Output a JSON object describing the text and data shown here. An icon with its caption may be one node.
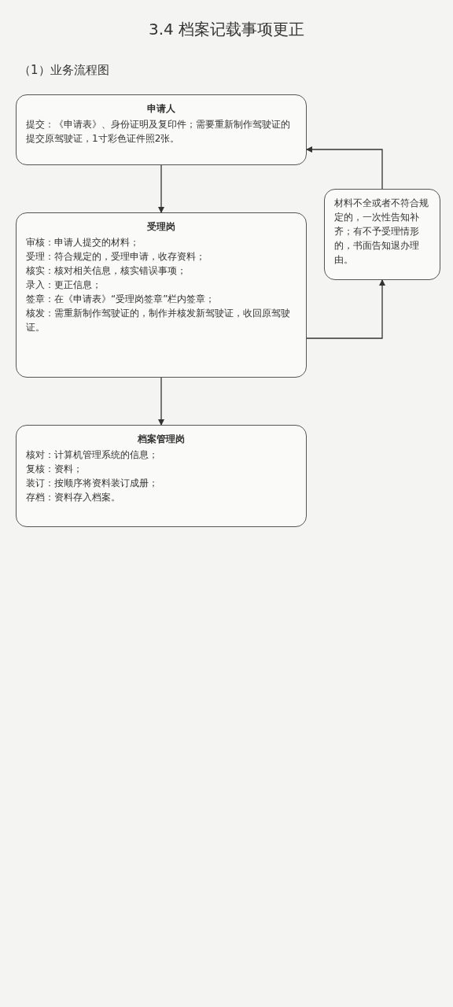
{
  "diagram": {
    "title": "3.4 档案记载事项更正",
    "nodes": [
      {
        "text": [
          "申请人",
          "提交：《申请表》、身份证明及复印件；需要重新制作驾驶证的提交原驾驶证，1寸彩色证件照2张。"
        ]
      },
      {
        "text": [
          "受理岗",
          "审核：申请人提交的材料；",
          "受理：符合规定的，受理申请，收存资料；",
          "核实：核对相关信息，核实错误事项；",
          "录入：更正信息；",
          "签章：在《申请表》“受理岗签章”栏内签章；",
          "核发：需重新制作驾驶证的，制作并核发新驾驶证，收回原驾驶证。"
        ]
      },
      {
        "text": [
          "档案管理岗",
          "核对：计算机管理系统的信息；",
          "复核：资料；",
          "装订：按顺序将资料装订成册；",
          "存档：资料存入档案。"
        ]
      },
      {
        "text": [
          "材料不全或者不符合规定的，一次性告知补齐；有不予受理情形的，书面告知退办理由。"
        ]
      }
    ],
    "edges": [
      {
        "from": 0,
        "to": 1,
        "arrow": "to"
      },
      {
        "from": 1,
        "to": 2,
        "arrow": "to"
      },
      {
        "from": 1,
        "to": 3,
        "arrow": "to"
      },
      {
        "from": 3,
        "to": 0,
        "arrow": "to"
      }
    ],
    "labels": [
      "（1）业务流程图"
    ]
  }
}
